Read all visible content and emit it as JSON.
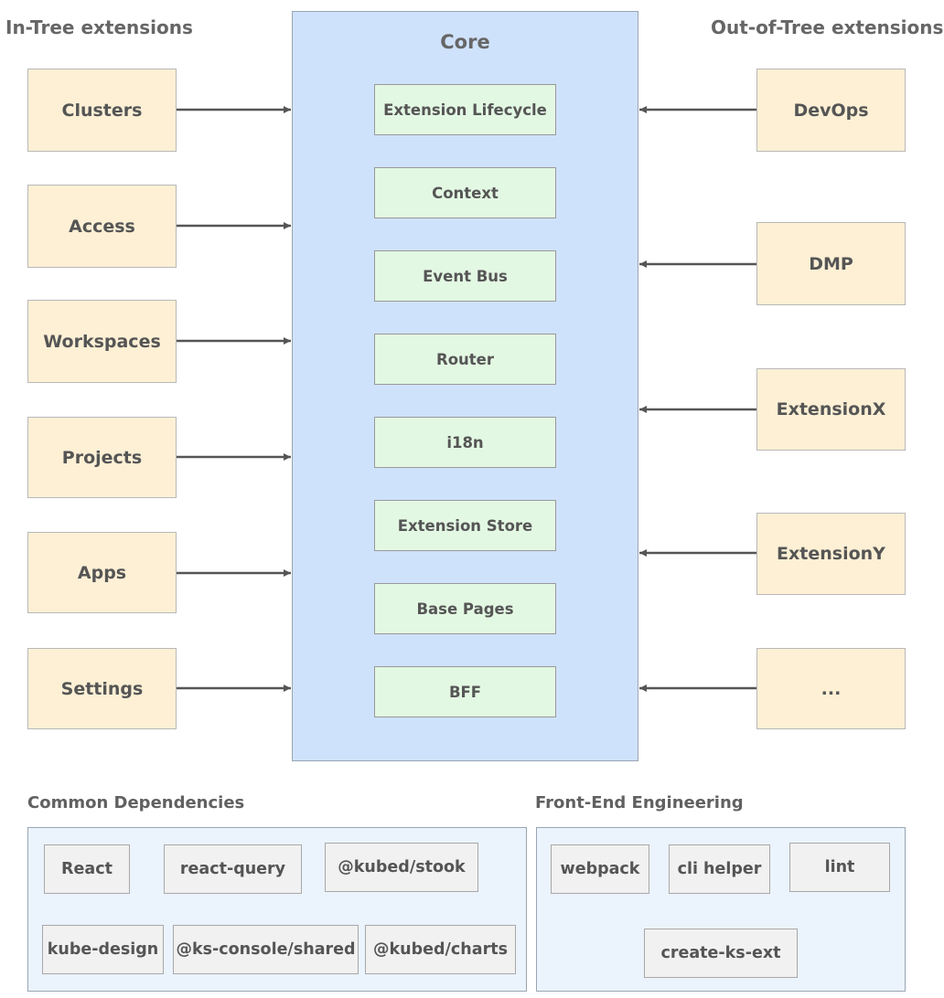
{
  "in_tree": {
    "title": "In-Tree extensions",
    "items": [
      "Clusters",
      "Access",
      "Workspaces",
      "Projects",
      "Apps",
      "Settings"
    ]
  },
  "out_of_tree": {
    "title": "Out-of-Tree extensions",
    "items": [
      "DevOps",
      "DMP",
      "ExtensionX",
      "ExtensionY",
      "..."
    ]
  },
  "core": {
    "title": "Core",
    "modules": [
      "Extension Lifecycle",
      "Context",
      "Event Bus",
      "Router",
      "i18n",
      "Extension Store",
      "Base Pages",
      "BFF"
    ]
  },
  "common_dependencies": {
    "title": "Common Dependencies",
    "items": [
      "React",
      "react-query",
      "@kubed/stook",
      "kube-design",
      "@ks-console/shared",
      "@kubed/charts"
    ]
  },
  "front_end_engineering": {
    "title": "Front-End Engineering",
    "items": [
      "webpack",
      "cli helper",
      "lint",
      "create-ks-ext"
    ]
  },
  "colors": {
    "extension_fill": "#fdf0d5",
    "core_fill": "#cfe2fc",
    "module_fill": "#e3f8e3",
    "panel_fill": "#ebf3fd",
    "dependency_fill": "#f1f1f1",
    "arrow": "#555555"
  }
}
